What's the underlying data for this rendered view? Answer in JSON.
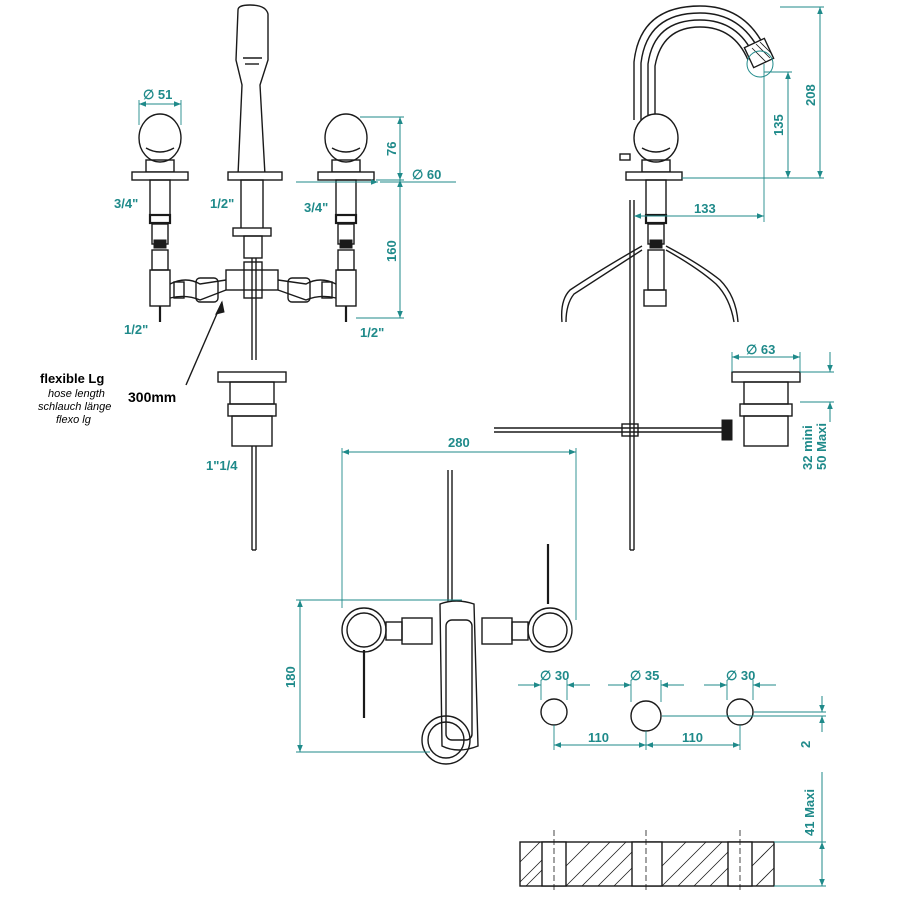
{
  "dimensions": {
    "d51": "∅ 51",
    "d60": "∅ 60",
    "d63": "∅ 63",
    "d30a": "∅ 30",
    "d35": "∅ 35",
    "d30b": "∅ 30",
    "h76": "76",
    "h160": "160",
    "h208": "208",
    "h135": "135",
    "w133": "133",
    "w280": "280",
    "h180": "180",
    "w110a": "110",
    "w110b": "110",
    "h2": "2",
    "mini": "32  mini",
    "maxi": "50 Maxi",
    "maxi41": "41  Maxi"
  },
  "threads": {
    "t34_left": "3/4\"",
    "t12_center": "1/2\"",
    "t34_right": "3/4\"",
    "t12_bl": "1/2\"",
    "t12_br": "1/2\"",
    "t114": "1\"1/4"
  },
  "hose": {
    "title": "flexible Lg",
    "en": "hose length",
    "de": "schlauch länge",
    "it": "flexo lg",
    "length": "300mm"
  }
}
